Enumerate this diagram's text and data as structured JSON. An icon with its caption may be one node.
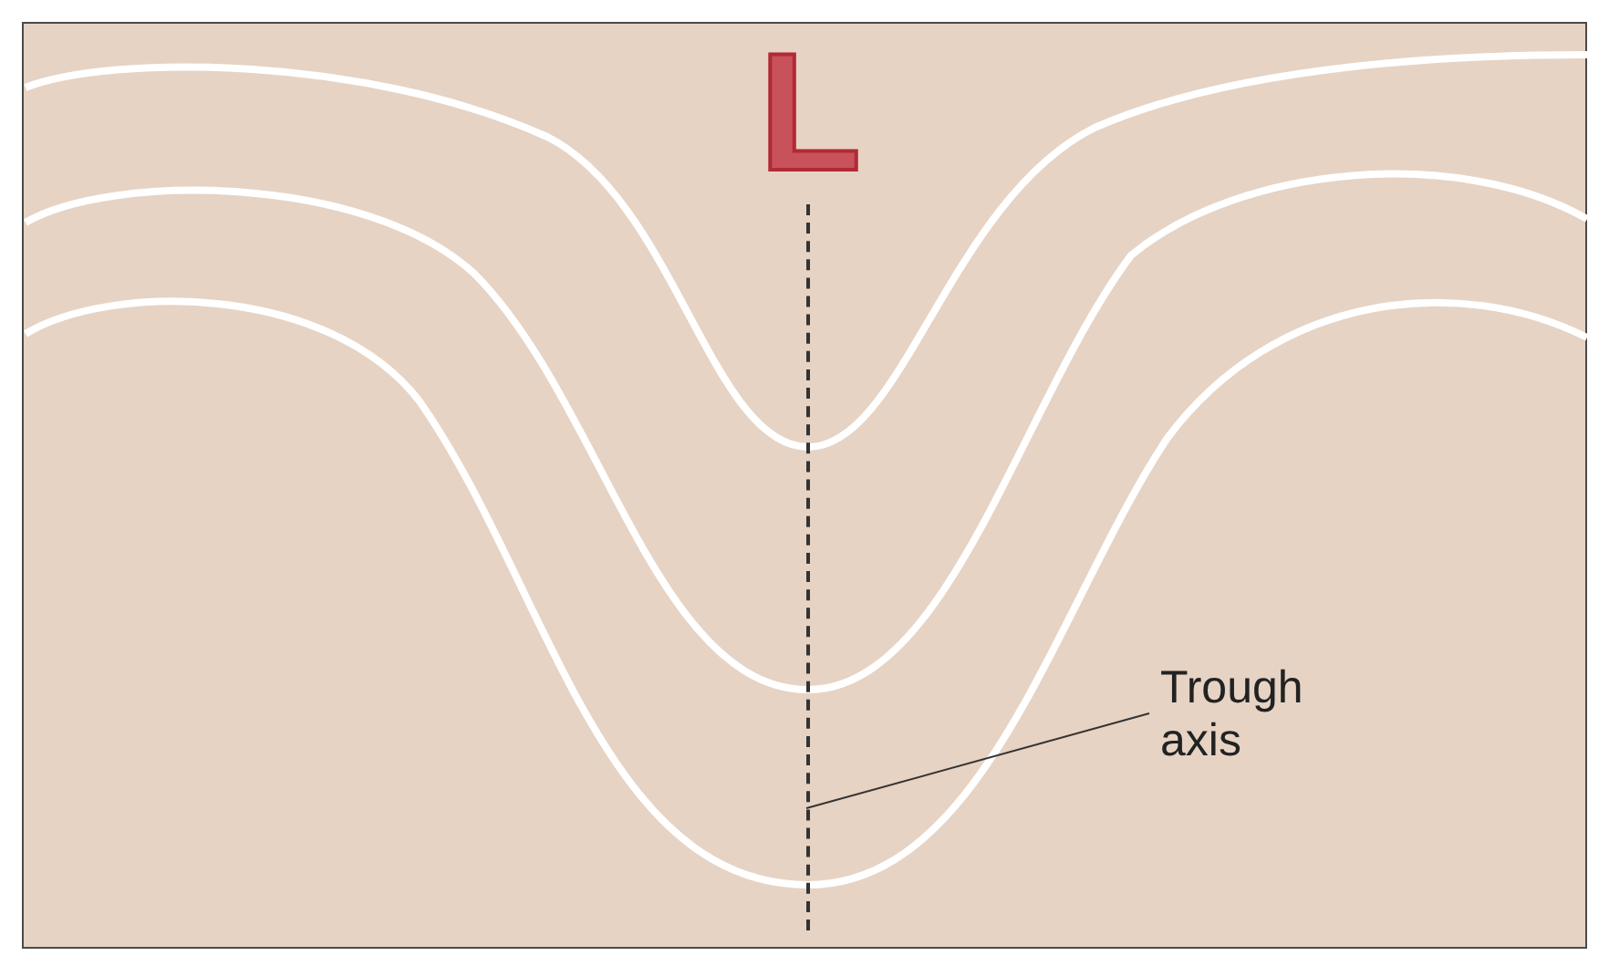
{
  "diagram": {
    "nodes": [
      {
        "text": [
          "Trough axis"
        ]
      },
      {
        "text": [],
        "shape": "line"
      }
    ],
    "edges": [
      {
        "from": 0,
        "to": 1,
        "arrow": "none"
      }
    ],
    "labels": [
      "L"
    ]
  }
}
